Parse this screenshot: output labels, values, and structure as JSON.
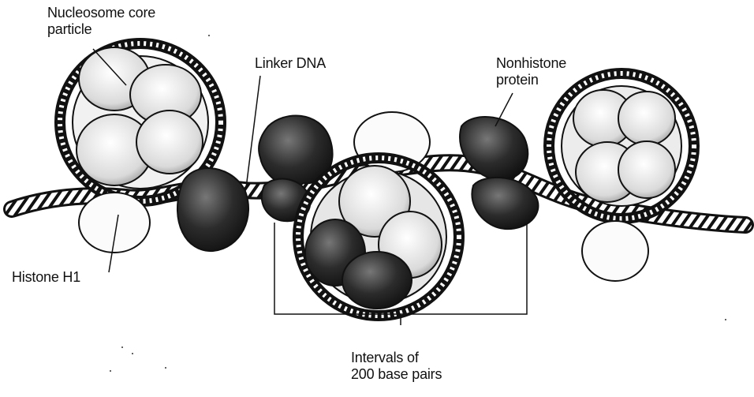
{
  "labels": {
    "nucleosome_core": [
      "Nucleosome core",
      "particle"
    ],
    "linker_dna": "Linker DNA",
    "nonhistone": [
      "Nonhistone",
      "protein"
    ],
    "histone_h1": "Histone H1",
    "interval": [
      "Intervals of",
      "200 base pairs"
    ]
  },
  "colors": {
    "ink": "#111111",
    "histone_fill": "#e9e9e9",
    "protein_fill": "#3a3a3a",
    "h1_fill": "#fbfbfb"
  }
}
